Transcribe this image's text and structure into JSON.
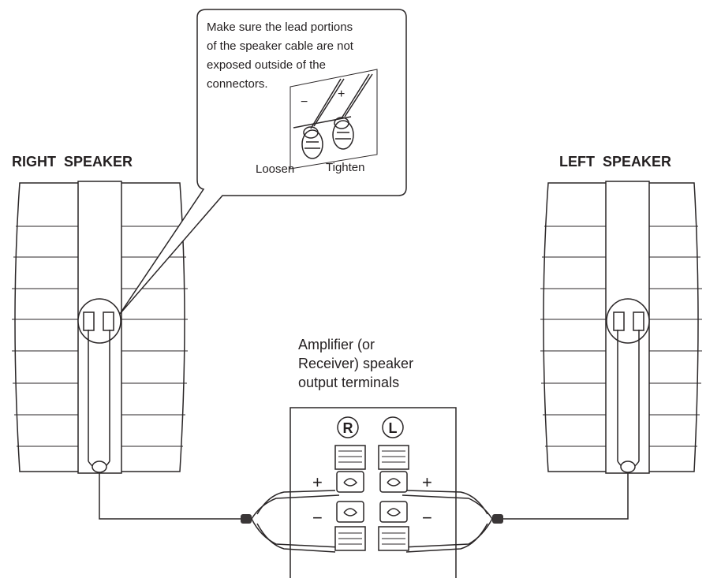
{
  "callout": {
    "lines": [
      "Make sure the lead portions",
      "of the speaker cable are not",
      "exposed outside of the",
      "connectors."
    ],
    "loosen_label": "Loosen",
    "tighten_label": "Tighten",
    "minus_sign": "−",
    "plus_sign": "+"
  },
  "right_speaker": {
    "label": "RIGHT  SPEAKER"
  },
  "left_speaker": {
    "label": "LEFT  SPEAKER"
  },
  "amplifier": {
    "caption_lines": [
      "Amplifier (or",
      "Receiver) speaker",
      "output terminals"
    ],
    "channel_r": "R",
    "channel_l": "L",
    "plus_left": "+",
    "minus_left": "−",
    "plus_right": "+",
    "minus_right": "−"
  },
  "colors": {
    "ink": "#231f20",
    "paper": "#ffffff"
  }
}
